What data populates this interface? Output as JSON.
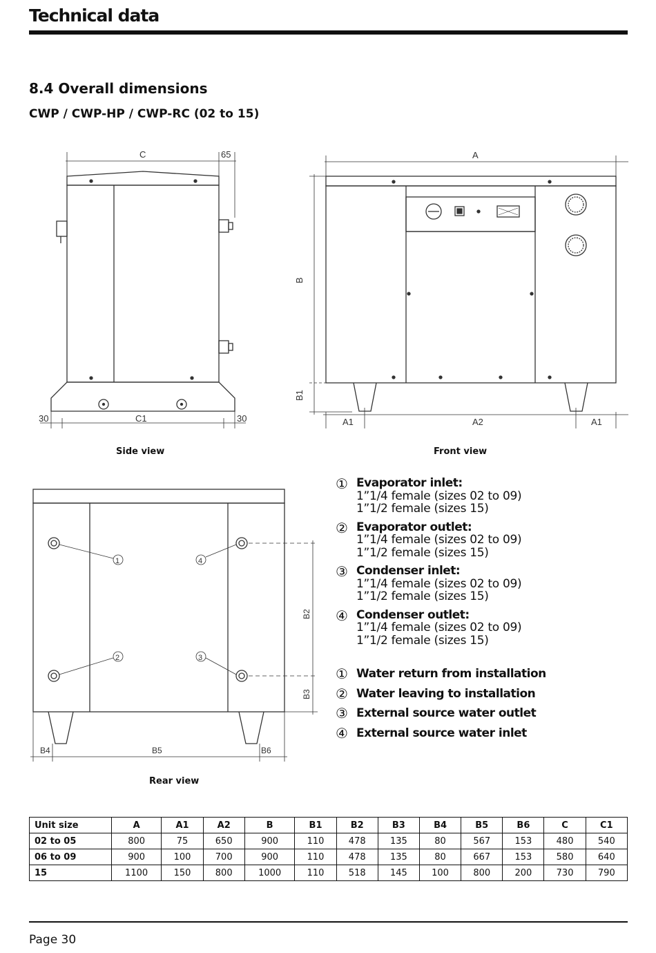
{
  "header": {
    "title": "Technical data"
  },
  "section": {
    "title": "8.4  Overall dimensions",
    "models": "CWP / CWP-HP / CWP-RC (02 to 15)"
  },
  "side_view": {
    "caption": "Side view",
    "labels": {
      "C": "C",
      "c65": "65",
      "C1": "C1",
      "left30": "30",
      "right30": "30"
    }
  },
  "front_view": {
    "caption": "Front view",
    "labels": {
      "A": "A",
      "B": "B",
      "B1": "B1",
      "A1_left": "A1",
      "A2": "A2",
      "A1_right": "A1"
    }
  },
  "rear_view": {
    "caption": "Rear view",
    "labels": {
      "B2": "B2",
      "B3": "B3",
      "B4": "B4",
      "B5": "B5",
      "B6": "B6",
      "c1": "1",
      "c2": "2",
      "c3": "3",
      "c4": "4"
    }
  },
  "legend": [
    {
      "num": "①",
      "title": "Evaporator inlet:",
      "lines": [
        "1”1/4 female (sizes 02 to 09)",
        "1”1/2 female (sizes 15)"
      ]
    },
    {
      "num": "②",
      "title": "Evaporator outlet:",
      "lines": [
        "1”1/4 female (sizes 02 to 09)",
        "1”1/2 female (sizes 15)"
      ]
    },
    {
      "num": "③",
      "title": "Condenser inlet:",
      "lines": [
        "1”1/4 female (sizes 02 to 09)",
        "1”1/2 female (sizes 15)"
      ]
    },
    {
      "num": "④",
      "title": "Condenser outlet:",
      "lines": [
        "1”1/4 female (sizes 02 to 09)",
        "1”1/2 female (sizes 15)"
      ]
    }
  ],
  "legend2": [
    {
      "num": "①",
      "text": "Water return from installation"
    },
    {
      "num": "②",
      "text": "Water leaving to installation"
    },
    {
      "num": "③",
      "text": "External source water outlet"
    },
    {
      "num": "④",
      "text": "External source water inlet"
    }
  ],
  "table": {
    "headers": [
      "Unit size",
      "A",
      "A1",
      "A2",
      "B",
      "B1",
      "B2",
      "B3",
      "B4",
      "B5",
      "B6",
      "C",
      "C1"
    ],
    "rows": [
      [
        "02 to 05",
        "800",
        "75",
        "650",
        "900",
        "110",
        "478",
        "135",
        "80",
        "567",
        "153",
        "480",
        "540"
      ],
      [
        "06 to 09",
        "900",
        "100",
        "700",
        "900",
        "110",
        "478",
        "135",
        "80",
        "667",
        "153",
        "580",
        "640"
      ],
      [
        "15",
        "1100",
        "150",
        "800",
        "1000",
        "110",
        "518",
        "145",
        "100",
        "800",
        "200",
        "730",
        "790"
      ]
    ]
  },
  "footer": {
    "page": "Page 30"
  }
}
